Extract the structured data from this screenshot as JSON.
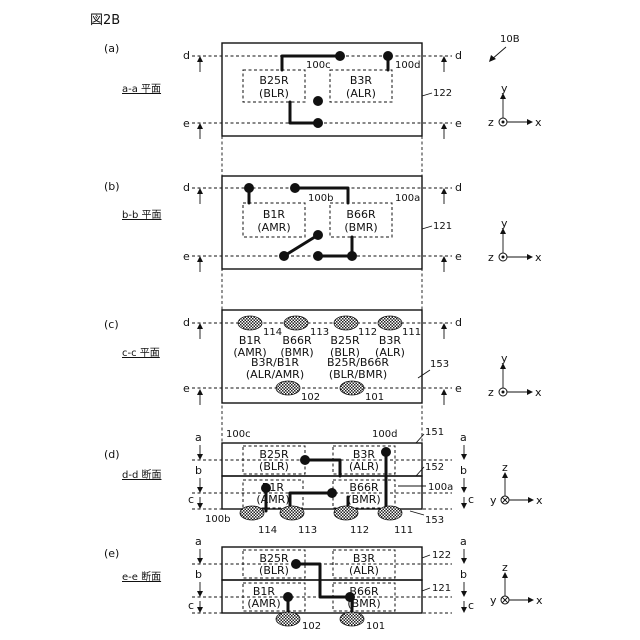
{
  "figure": {
    "title": "図2B",
    "ref": "10B"
  },
  "levels": {
    "a": "a",
    "b": "b",
    "c": "c",
    "d": "d",
    "e": "e"
  },
  "axes": {
    "x": "x",
    "y": "y",
    "z": "z"
  },
  "panels": {
    "a": {
      "letter": "(a)",
      "plane": "a-a 平面",
      "layer": "122",
      "modules": [
        {
          "id": "100c",
          "l1": "B25R",
          "l2": "(BLR)"
        },
        {
          "id": "100d",
          "l1": "B3R",
          "l2": "(ALR)"
        }
      ]
    },
    "b": {
      "letter": "(b)",
      "plane": "b-b 平面",
      "layer": "121",
      "modules": [
        {
          "id": "100b",
          "l1": "B1R",
          "l2": "(AMR)"
        },
        {
          "id": "100a",
          "l1": "B66R",
          "l2": "(BMR)"
        }
      ]
    },
    "c": {
      "letter": "(c)",
      "plane": "c-c 平面",
      "layer": "153",
      "pads": [
        {
          "id": "114",
          "l1": "B1R",
          "l2": "(AMR)"
        },
        {
          "id": "113",
          "l1": "B66R",
          "l2": "(BMR)"
        },
        {
          "id": "112",
          "l1": "B25R",
          "l2": "(BLR)"
        },
        {
          "id": "111",
          "l1": "B3R",
          "l2": "(ALR)"
        },
        {
          "id": "102",
          "l1": "B3R/B1R",
          "l2": "(ALR/AMR)"
        },
        {
          "id": "101",
          "l1": "B25R/B66R",
          "l2": "(BLR/BMR)"
        }
      ]
    },
    "d": {
      "letter": "(d)",
      "plane": "d-d 断面",
      "layers": [
        "151",
        "152",
        "153"
      ],
      "modules": [
        {
          "id": "100c",
          "l1": "B25R",
          "l2": "(BLR)"
        },
        {
          "id": "100d",
          "l1": "B3R",
          "l2": "(ALR)"
        },
        {
          "id": "100b",
          "l1": "B1R",
          "l2": "(AMR)"
        },
        {
          "id": "100a",
          "l1": "B66R",
          "l2": "(BMR)"
        }
      ],
      "pads": [
        "114",
        "113",
        "112",
        "111"
      ]
    },
    "e": {
      "letter": "(e)",
      "plane": "e-e 断面",
      "layers": [
        "122",
        "121"
      ],
      "modules": [
        {
          "l1": "B25R",
          "l2": "(BLR)"
        },
        {
          "l1": "B3R",
          "l2": "(ALR)"
        },
        {
          "l1": "B1R",
          "l2": "(AMR)"
        },
        {
          "l1": "B66R",
          "l2": "(BMR)"
        }
      ],
      "pads": [
        "102",
        "101"
      ]
    }
  }
}
